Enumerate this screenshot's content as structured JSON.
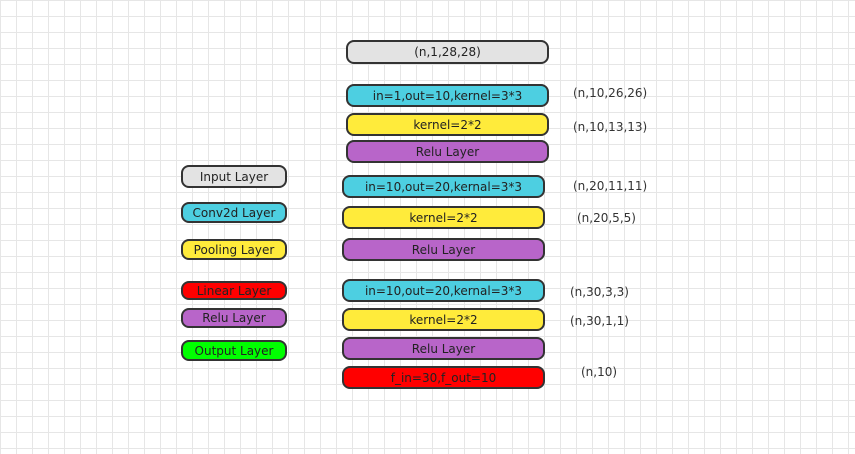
{
  "colors": {
    "input": "#e3e3e3",
    "conv2d": "#4dcfe1",
    "pooling": "#ffeb3b",
    "relu": "#b865c9",
    "linear": "#ff0000",
    "output": "#00ff00",
    "border": "#333333"
  },
  "network": {
    "input": "(n,1,28,28)",
    "block1": {
      "conv": "in=1,out=10,kernel=3*3",
      "pool": "kernel=2*2",
      "relu": "Relu Layer"
    },
    "block2": {
      "conv": "in=10,out=20,kernal=3*3",
      "pool": "kernel=2*2",
      "relu": "Relu Layer"
    },
    "block3": {
      "conv": "in=10,out=20,kernal=3*3",
      "pool": "kernel=2*2",
      "relu": "Relu Layer"
    },
    "linear": "f_in=30,f_out=10"
  },
  "shapes": [
    "(n,10,26,26)",
    "(n,10,13,13)",
    "(n,20,11,11)",
    "(n,20,5,5)",
    "(n,30,3,3)",
    "(n,30,1,1)",
    "(n,10)"
  ],
  "legend": {
    "input": "Input Layer",
    "conv2d": "Conv2d Layer",
    "pooling": "Pooling Layer",
    "linear": "Linear Layer",
    "relu": "Relu Layer",
    "output": "Output Layer"
  }
}
